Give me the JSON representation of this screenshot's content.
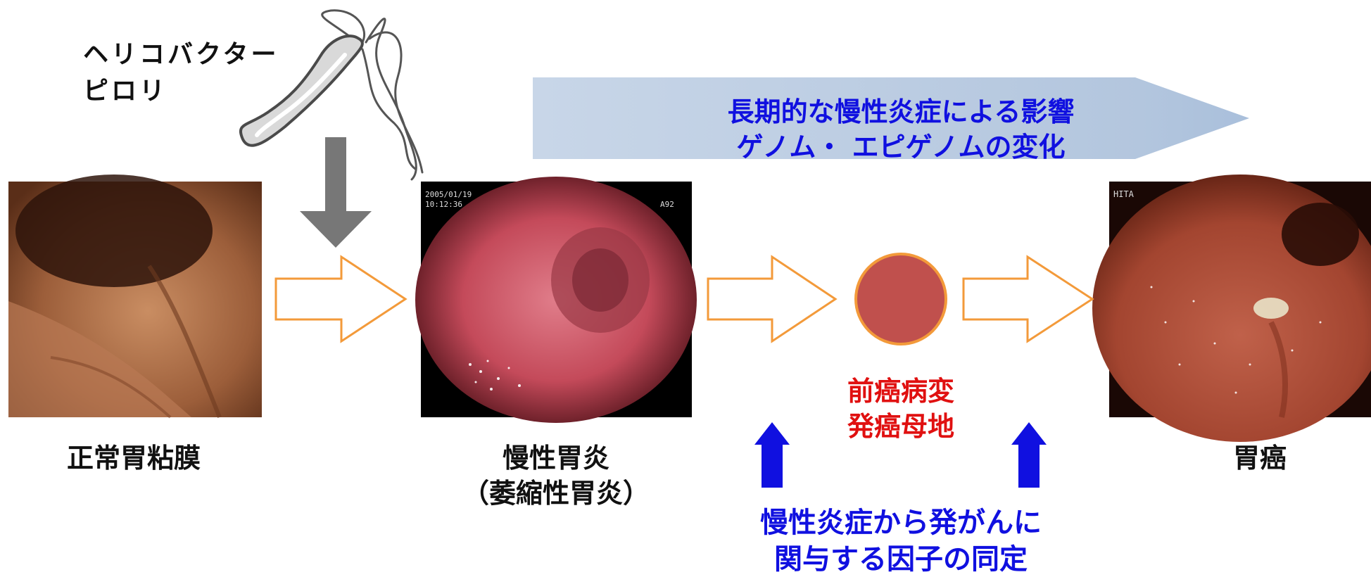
{
  "pathogen": {
    "line1": "ヘリコバクター",
    "line2": "ピロリ"
  },
  "banner": {
    "line1": "長期的な慢性炎症による影響",
    "line2": "ゲノム・ エピゲノムの変化"
  },
  "stages": {
    "normal": "正常胃粘膜",
    "gastritis": "慢性胃炎",
    "gastritis_sub": "（萎縮性胃炎）",
    "cancer": "胃癌"
  },
  "lesion": {
    "line1": "前癌病変",
    "line2": "発癌母地"
  },
  "factor": {
    "line1": "慢性炎症から発がんに",
    "line2": "関与する因子の同定"
  },
  "photo_overlay": {
    "gastritis_text": "2005/01/19\n10:12:36  A92",
    "cancer_text": "HITA"
  },
  "colors": {
    "arrow_orange": "#f39a3a",
    "banner_blue": "#b7c9df",
    "lesion_red": "#c0504d",
    "text_blue": "#1010e0",
    "text_red": "#e01010",
    "gray_arrow": "#777777"
  }
}
